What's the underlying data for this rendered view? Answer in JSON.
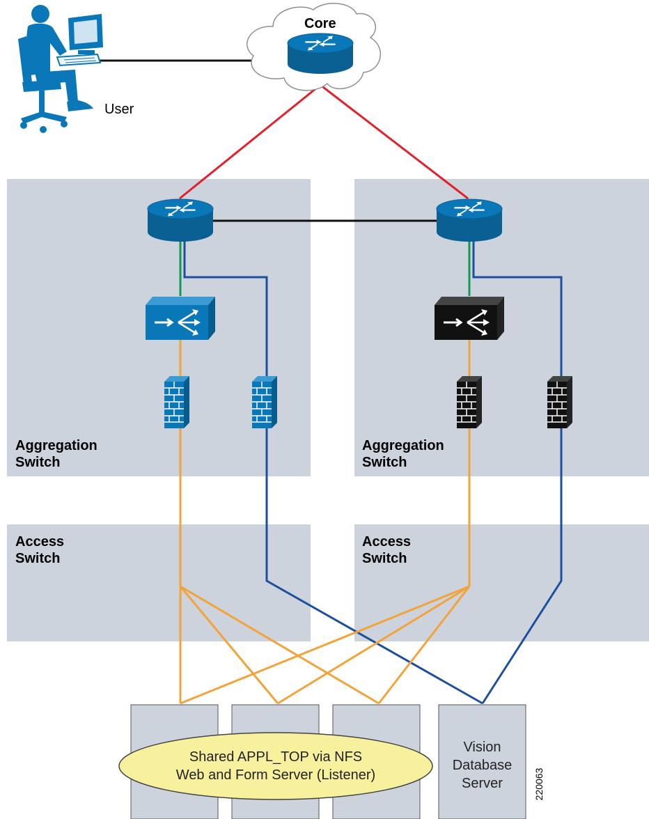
{
  "core": {
    "label": "Core"
  },
  "user": {
    "label": "User"
  },
  "zones": {
    "aggregation_left": {
      "label_line1": "Aggregation",
      "label_line2": "Switch"
    },
    "aggregation_right": {
      "label_line1": "Aggregation",
      "label_line2": "Switch"
    },
    "access_left": {
      "label_line1": "Access",
      "label_line2": "Switch"
    },
    "access_right": {
      "label_line1": "Access",
      "label_line2": "Switch"
    }
  },
  "shared_app": {
    "line1": "Shared APPL_TOP via NFS",
    "line2": "Web and Form Server (Listener)"
  },
  "database_server": {
    "line1": "Vision",
    "line2": "Database",
    "line3": "Server"
  },
  "figure_id": "220063",
  "colors": {
    "zone_fill": "#cdd3dc",
    "red_link": "#e2202a",
    "orange_link": "#f2a33a",
    "blue_link": "#1c4fa0",
    "green_link": "#0f9a50",
    "black_link": "#111111",
    "device_blue": "#0a78b8",
    "device_black": "#111111",
    "ellipse_fill": "#f7f09c"
  }
}
